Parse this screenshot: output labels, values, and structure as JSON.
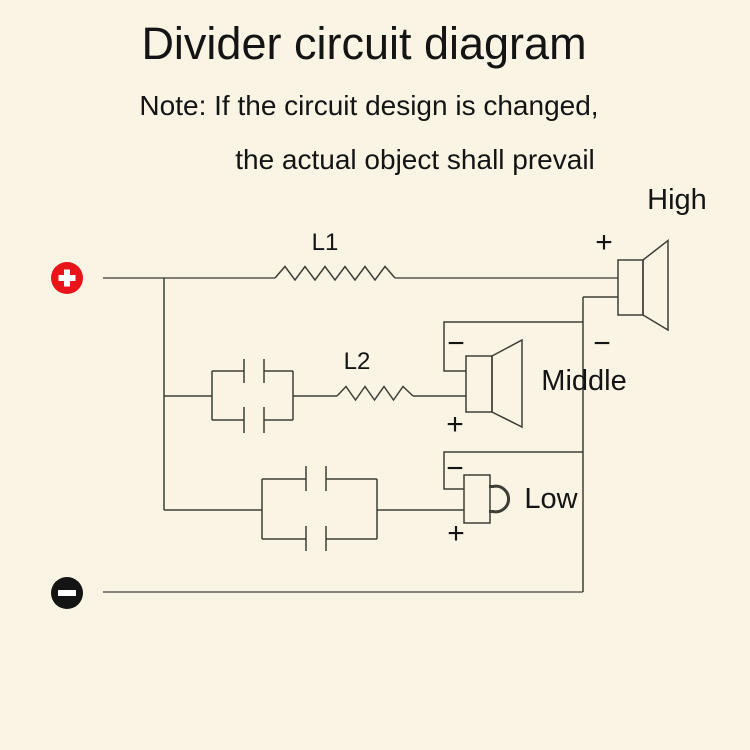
{
  "title": "Divider circuit diagram",
  "note": {
    "line1": "Note: If the circuit design is changed,",
    "line2": "the actual object shall prevail"
  },
  "terminals": {
    "positive_symbol": "+",
    "negative_symbol": "−"
  },
  "inductors": [
    {
      "label": "L1"
    },
    {
      "label": "L2"
    }
  ],
  "capacitor_banks": [
    {
      "branch": "middle",
      "capacitors_in_parallel": 2
    },
    {
      "branch": "low",
      "capacitors_in_parallel": 2
    }
  ],
  "speakers": [
    {
      "name": "High",
      "plus": "+",
      "minus": "−"
    },
    {
      "name": "Middle",
      "plus": "+",
      "minus": "−"
    },
    {
      "name": "Low",
      "plus": "+",
      "minus": "−"
    }
  ],
  "colors": {
    "background": "#f9f4e3",
    "line": "#3e3e36",
    "wire": "#6e6e64",
    "bus": "#85857b",
    "text": "#141414",
    "terminal_plus": "#e81419",
    "terminal_minus": "#141414",
    "terminal_glyph": "#ffffff"
  }
}
